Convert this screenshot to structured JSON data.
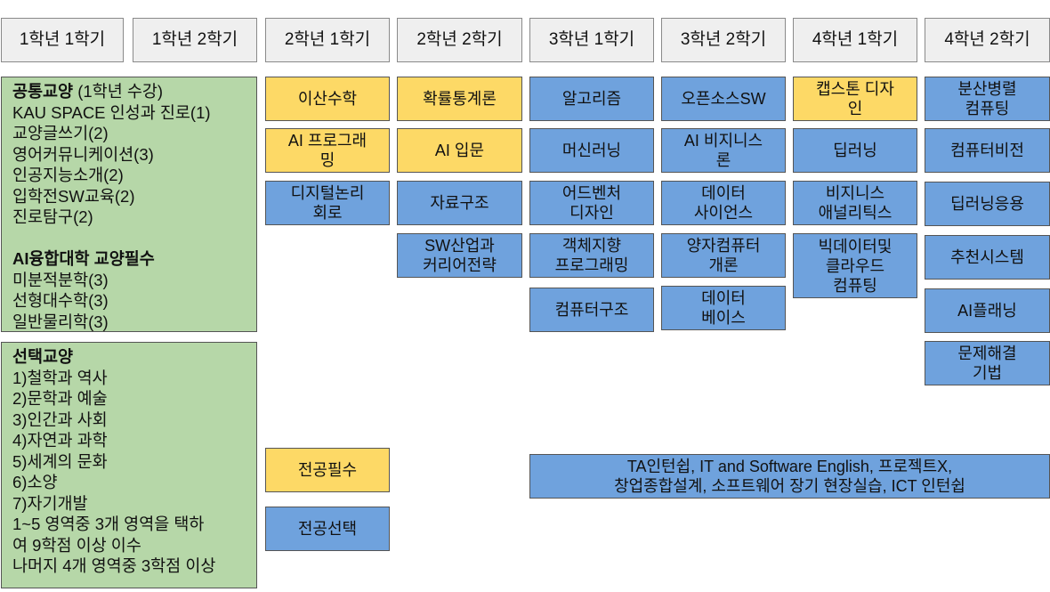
{
  "headers": [
    "1학년 1학기",
    "1학년 2학기",
    "2학년 1학기",
    "2학년 2학기",
    "3학년 1학기",
    "3학년 2학기",
    "4학년 1학기",
    "4학년 2학기"
  ],
  "general_panel": {
    "title_bold": "공통교양",
    "title_rest": " (1학년 수강)",
    "items": [
      "KAU SPACE 인성과 진로(1)",
      "교양글쓰기(2)",
      "영어커뮤니케이션(3)",
      "인공지능소개(2)",
      "입학전SW교육(2)",
      "진로탐구(2)"
    ],
    "ai_title": "AI융합대학 교양필수",
    "ai_items": [
      "미분적분학(3)",
      "선형대수학(3)",
      "일반물리학(3)"
    ]
  },
  "elective_panel": {
    "title": "선택교양",
    "items": [
      "1)철학과 역사",
      "2)문학과 예술",
      "3)인간과 사회",
      "4)자연과 과학",
      "5)세계의 문화",
      "6)소양",
      "7)자기개발",
      "1~5 영역중 3개 영역을 택하",
      "여 9학점 이상 이수",
      "나머지 4개 영역중 3학점 이상"
    ]
  },
  "courses": {
    "c2_1": [
      "이산수학",
      "AI 프로그래\n밍",
      "디지털논리\n회로"
    ],
    "c2_2": [
      "확률통계론",
      "AI 입문",
      "자료구조",
      "SW산업과\n커리어전략"
    ],
    "c3_1": [
      "알고리즘",
      "머신러닝",
      "어드벤처\n디자인",
      "객체지향\n프로그래밍",
      "컴퓨터구조"
    ],
    "c3_2": [
      "오픈소스SW",
      "AI 비지니스\n론",
      "데이터\n사이언스",
      "양자컴퓨터\n개론",
      "데이터\n베이스"
    ],
    "c4_1": [
      "캡스톤 디자\n인",
      "딥러닝",
      "비지니스\n애널리틱스",
      "빅데이터및\n클라우드\n컴퓨팅"
    ],
    "c4_2": [
      "분산병렬\n컴퓨팅",
      "컴퓨터비전",
      "딥러닝응용",
      "추천시스템",
      "AI플래닝",
      "문제해결\n기법"
    ]
  },
  "legend": {
    "required": "전공필수",
    "elective": "전공선택"
  },
  "internship_text": "TA인턴쉽, IT and Software English, 프로젝트X,\n창업종합설계, 소프트웨어 장기 현장실습, ICT 인턴쉽",
  "colors": {
    "header": "#efefef",
    "required": "#fdd966",
    "elective": "#6fa2dd",
    "general": "#b6d7a8"
  }
}
